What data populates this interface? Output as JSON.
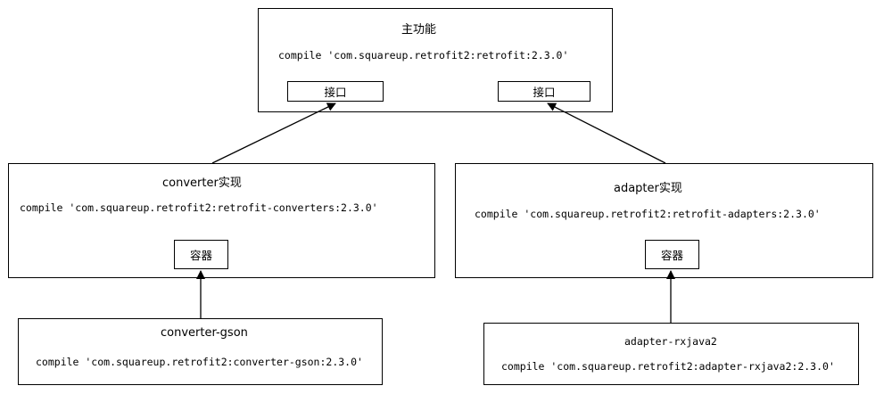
{
  "main": {
    "title": "主功能",
    "code": "compile 'com.squareup.retrofit2:retrofit:2.3.0'",
    "iface_left": "接口",
    "iface_right": "接口"
  },
  "converter": {
    "title": "converter实现",
    "code": "compile 'com.squareup.retrofit2:retrofit-converters:2.3.0'",
    "container": "容器"
  },
  "adapter": {
    "title": "adapter实现",
    "code": "compile 'com.squareup.retrofit2:retrofit-adapters:2.3.0'",
    "container": "容器"
  },
  "gson": {
    "title": "converter-gson",
    "code": "compile 'com.squareup.retrofit2:converter-gson:2.3.0'"
  },
  "rxjava": {
    "title": "adapter-rxjava2",
    "code": "compile 'com.squareup.retrofit2:adapter-rxjava2:2.3.0'"
  }
}
